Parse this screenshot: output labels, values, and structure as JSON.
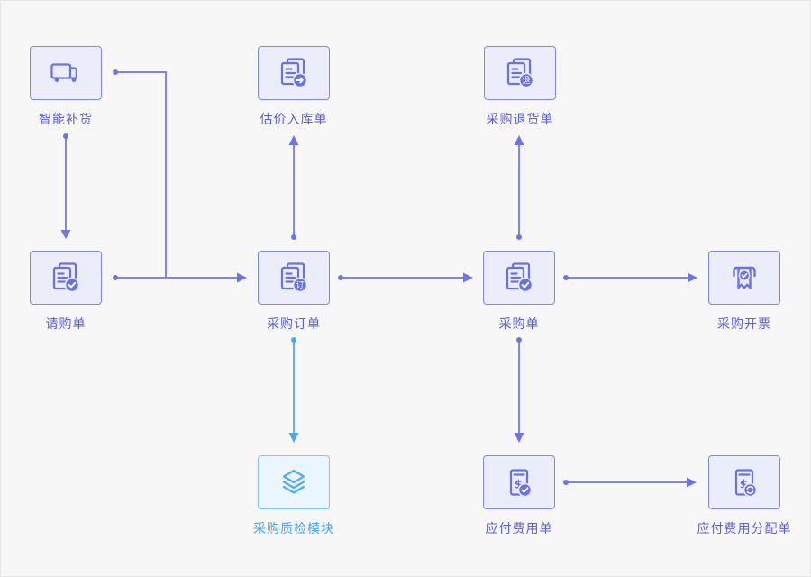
{
  "diagram": {
    "title": "purchase-flow-diagram",
    "palette": {
      "background": "#f7f7f8",
      "node_fill": "#ecedfa",
      "node_border": "#8289e4",
      "node_icon": "#6a72e0",
      "node_text": "#5b62d4",
      "arrow_purple": "#6c74e8",
      "module_fill": "#eaf6fe",
      "module_border": "#7cc5f6",
      "module_icon": "#55aaf2",
      "module_text": "#48a2f0",
      "arrow_teal": "#4da6f0"
    }
  },
  "nodes": [
    {
      "id": "smart-replenishment",
      "label": "智能补货",
      "icon": "truck-icon"
    },
    {
      "id": "estimated-inbound-order",
      "label": "估价入库单",
      "icon": "document-arrow-icon"
    },
    {
      "id": "purchase-return-order",
      "label": "采购退货单",
      "icon": "document-return-icon",
      "badge": "退"
    },
    {
      "id": "purchase-requisition",
      "label": "请购单",
      "icon": "document-check-icon"
    },
    {
      "id": "purchase-order",
      "label": "采购订单",
      "icon": "document-order-icon",
      "badge": "订"
    },
    {
      "id": "purchase-sheet",
      "label": "采购单",
      "icon": "document-check-icon"
    },
    {
      "id": "purchase-invoicing",
      "label": "采购开票",
      "icon": "invoice-printer-icon"
    },
    {
      "id": "quality-inspection-module",
      "label": "采购质检模块",
      "icon": "layers-icon"
    },
    {
      "id": "payable-expense-order",
      "label": "应付费用单",
      "icon": "bill-check-icon"
    },
    {
      "id": "payable-expense-allocation",
      "label": "应付费用分配单",
      "icon": "bill-transfer-icon"
    }
  ],
  "connections": [
    {
      "from": "智能补货",
      "to": "请购单"
    },
    {
      "from": "智能补货",
      "to": "采购订单"
    },
    {
      "from": "请购单",
      "to": "采购订单"
    },
    {
      "from": "采购订单",
      "to": "估价入库单"
    },
    {
      "from": "采购订单",
      "to": "采购单"
    },
    {
      "from": "采购订单",
      "to": "采购质检模块"
    },
    {
      "from": "采购单",
      "to": "采购退货单"
    },
    {
      "from": "采购单",
      "to": "采购开票"
    },
    {
      "from": "采购单",
      "to": "应付费用单"
    },
    {
      "from": "应付费用单",
      "to": "应付费用分配单"
    }
  ]
}
